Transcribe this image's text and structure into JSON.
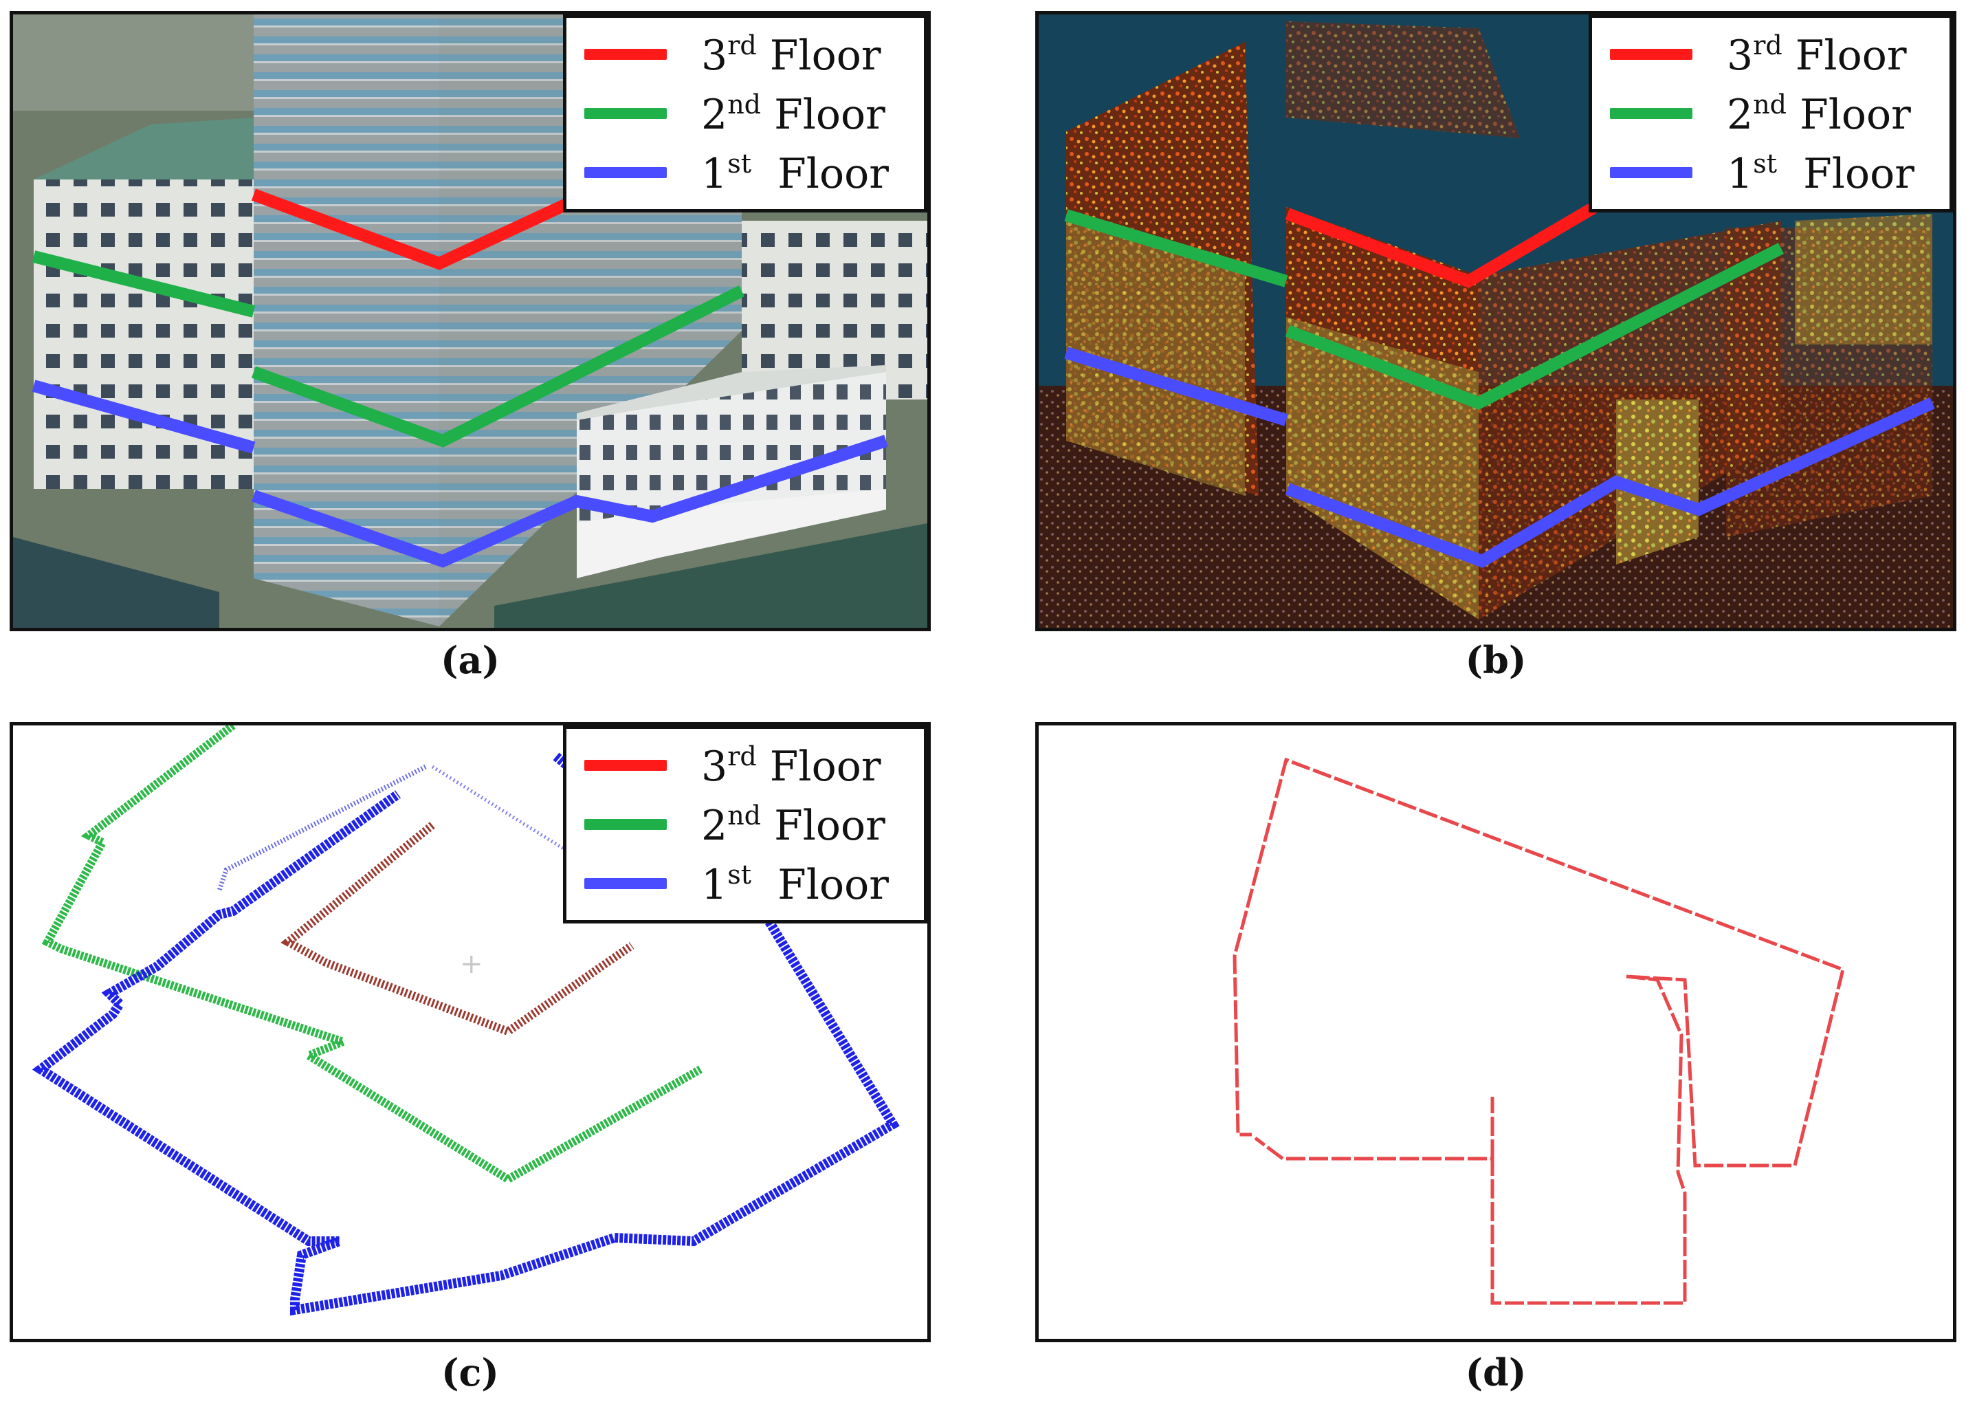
{
  "legend": {
    "items": [
      {
        "ordinal": "3",
        "suffix": "rd",
        "word": "Floor",
        "color": "#ff1a1a"
      },
      {
        "ordinal": "2",
        "suffix": "nd",
        "word": "Floor",
        "color": "#1fb04a"
      },
      {
        "ordinal": "1",
        "suffix": "st",
        "word": "Floor",
        "color": "#4a4cff"
      }
    ]
  },
  "panels": {
    "a": {
      "caption": "(a)"
    },
    "b": {
      "caption": "(b)"
    },
    "c": {
      "caption": "(c)"
    },
    "d": {
      "caption": "(d)"
    }
  },
  "colors": {
    "floor3": "#ff1a1a",
    "floor2": "#1fb04a",
    "floor1": "#4a4cff",
    "outline_d": "#e8484b"
  }
}
